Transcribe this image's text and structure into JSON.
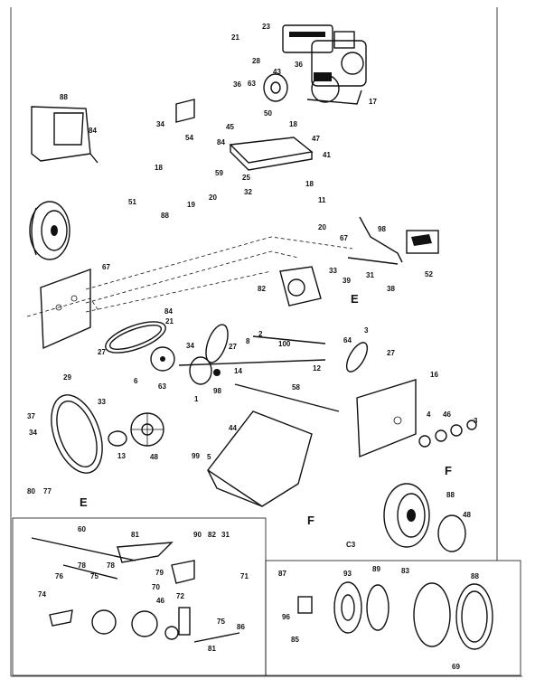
{
  "diagram": {
    "section_labels": {
      "e_top": "E",
      "e_inset": "E",
      "f_top": "F",
      "f_inset": "F",
      "ref": "C3"
    },
    "callouts": [
      {
        "id": "c1",
        "text": "23"
      },
      {
        "id": "c2",
        "text": "21"
      },
      {
        "id": "c3",
        "text": "36"
      },
      {
        "id": "c4",
        "text": "17"
      },
      {
        "id": "c5",
        "text": "28"
      },
      {
        "id": "c6",
        "text": "43"
      },
      {
        "id": "c7",
        "text": "63"
      },
      {
        "id": "c8",
        "text": "50"
      },
      {
        "id": "c9",
        "text": "36"
      },
      {
        "id": "c10",
        "text": "88"
      },
      {
        "id": "c11",
        "text": "84"
      },
      {
        "id": "c12",
        "text": "34"
      },
      {
        "id": "c13",
        "text": "54"
      },
      {
        "id": "c14",
        "text": "45"
      },
      {
        "id": "c15",
        "text": "84"
      },
      {
        "id": "c16",
        "text": "18"
      },
      {
        "id": "c17",
        "text": "47"
      },
      {
        "id": "c18",
        "text": "41"
      },
      {
        "id": "c19",
        "text": "59"
      },
      {
        "id": "c20",
        "text": "18"
      },
      {
        "id": "c21",
        "text": "51"
      },
      {
        "id": "c22",
        "text": "20"
      },
      {
        "id": "c23",
        "text": "19"
      },
      {
        "id": "c24",
        "text": "88"
      },
      {
        "id": "c25",
        "text": "25"
      },
      {
        "id": "c26",
        "text": "32"
      },
      {
        "id": "c27",
        "text": "18"
      },
      {
        "id": "c28",
        "text": "11"
      },
      {
        "id": "c29",
        "text": "20"
      },
      {
        "id": "c30",
        "text": "67"
      },
      {
        "id": "c31",
        "text": "98"
      },
      {
        "id": "c32",
        "text": "67"
      },
      {
        "id": "c33",
        "text": "33"
      },
      {
        "id": "c34",
        "text": "31"
      },
      {
        "id": "c35",
        "text": "38"
      },
      {
        "id": "c36",
        "text": "52"
      },
      {
        "id": "c37",
        "text": "39"
      },
      {
        "id": "c38",
        "text": "82"
      },
      {
        "id": "c39",
        "text": "84"
      },
      {
        "id": "c40",
        "text": "21"
      },
      {
        "id": "c41",
        "text": "27"
      },
      {
        "id": "c42",
        "text": "6"
      },
      {
        "id": "c43",
        "text": "63"
      },
      {
        "id": "c44",
        "text": "34"
      },
      {
        "id": "c45",
        "text": "27"
      },
      {
        "id": "c46",
        "text": "8"
      },
      {
        "id": "c47",
        "text": "2"
      },
      {
        "id": "c48",
        "text": "100"
      },
      {
        "id": "c49",
        "text": "3"
      },
      {
        "id": "c50",
        "text": "64"
      },
      {
        "id": "c51",
        "text": "27"
      },
      {
        "id": "c52",
        "text": "12"
      },
      {
        "id": "c53",
        "text": "14"
      },
      {
        "id": "c54",
        "text": "98"
      },
      {
        "id": "c55",
        "text": "1"
      },
      {
        "id": "c56",
        "text": "58"
      },
      {
        "id": "c57",
        "text": "16"
      },
      {
        "id": "c58",
        "text": "29"
      },
      {
        "id": "c59",
        "text": "33"
      },
      {
        "id": "c60",
        "text": "37"
      },
      {
        "id": "c61",
        "text": "34"
      },
      {
        "id": "c62",
        "text": "13"
      },
      {
        "id": "c63",
        "text": "48"
      },
      {
        "id": "c64",
        "text": "44"
      },
      {
        "id": "c65",
        "text": "99"
      },
      {
        "id": "c66",
        "text": "5"
      },
      {
        "id": "c67",
        "text": "4"
      },
      {
        "id": "c68",
        "text": "46"
      },
      {
        "id": "c69",
        "text": "3"
      },
      {
        "id": "c70",
        "text": "88"
      },
      {
        "id": "c71",
        "text": "48"
      },
      {
        "id": "c72",
        "text": "80"
      },
      {
        "id": "c73",
        "text": "77"
      },
      {
        "id": "c74",
        "text": "60"
      },
      {
        "id": "c75",
        "text": "81"
      },
      {
        "id": "c76",
        "text": "78"
      },
      {
        "id": "c77",
        "text": "75"
      },
      {
        "id": "c78",
        "text": "78"
      },
      {
        "id": "c79",
        "text": "76"
      },
      {
        "id": "c80",
        "text": "79"
      },
      {
        "id": "c81",
        "text": "70"
      },
      {
        "id": "c82",
        "text": "46"
      },
      {
        "id": "c83",
        "text": "90"
      },
      {
        "id": "c84",
        "text": "82"
      },
      {
        "id": "c85",
        "text": "31"
      },
      {
        "id": "c86",
        "text": "71"
      },
      {
        "id": "c87",
        "text": "74"
      },
      {
        "id": "c88",
        "text": "72"
      },
      {
        "id": "c89",
        "text": "81"
      },
      {
        "id": "c90",
        "text": "75"
      },
      {
        "id": "c91",
        "text": "86"
      },
      {
        "id": "c92",
        "text": "87"
      },
      {
        "id": "c93",
        "text": "96"
      },
      {
        "id": "c94",
        "text": "85"
      },
      {
        "id": "c95",
        "text": "93"
      },
      {
        "id": "c96",
        "text": "89"
      },
      {
        "id": "c97",
        "text": "83"
      },
      {
        "id": "c98",
        "text": "88"
      },
      {
        "id": "c99",
        "text": "69"
      }
    ]
  }
}
